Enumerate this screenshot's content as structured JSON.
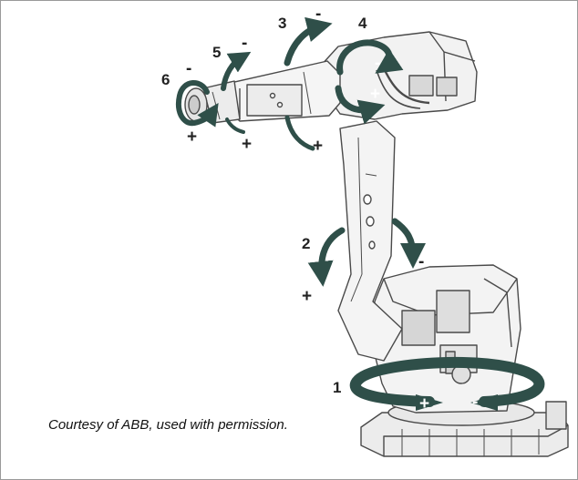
{
  "caption": "Courtesy of ABB, used with permission.",
  "colors": {
    "arrow": "#2f4f49",
    "robot_body": "#f2f2f2",
    "robot_outline": "#4a4a4a",
    "robot_shade": "#cfcfcf"
  },
  "axes": [
    {
      "id": "1",
      "label": "1",
      "plus": "+",
      "minus": "-"
    },
    {
      "id": "2",
      "label": "2",
      "plus": "+",
      "minus": "-"
    },
    {
      "id": "3",
      "label": "3",
      "plus": "+",
      "minus": "-"
    },
    {
      "id": "4",
      "label": "4",
      "plus": "+",
      "minus": "-"
    },
    {
      "id": "5",
      "label": "5",
      "plus": "+",
      "minus": "-"
    },
    {
      "id": "6",
      "label": "6",
      "plus": "+",
      "minus": "-"
    }
  ]
}
